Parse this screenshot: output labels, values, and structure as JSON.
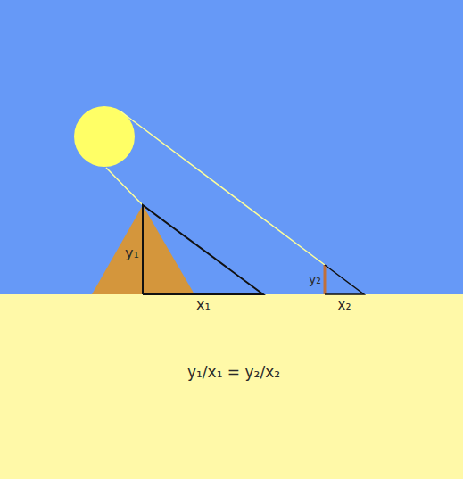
{
  "diagram": {
    "labels": [
      "y₁",
      "x₁",
      "y₂",
      "x₂",
      "y₁/x₁ = y₂/x₂"
    ]
  }
}
